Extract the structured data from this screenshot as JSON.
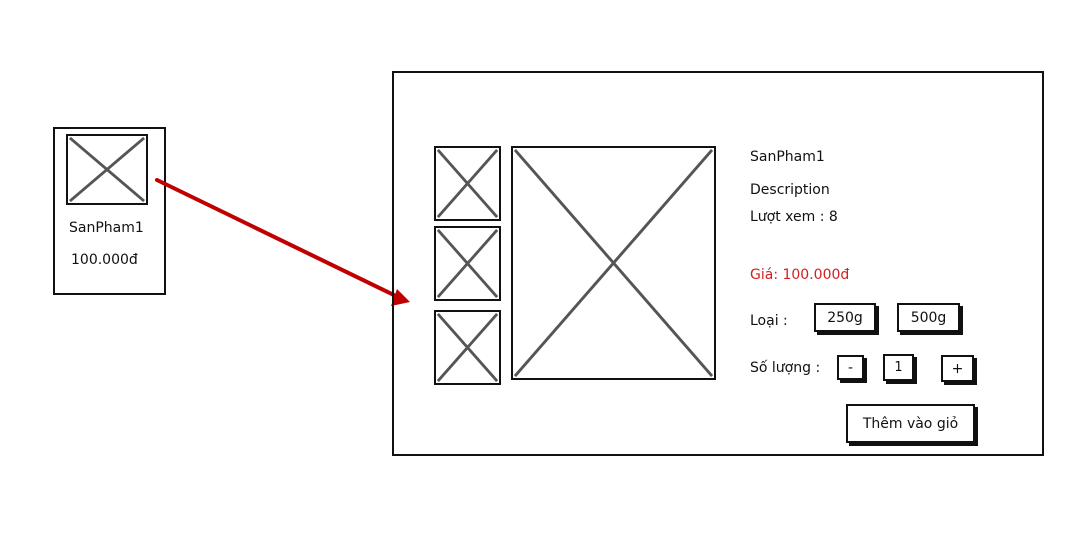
{
  "card": {
    "name": "SanPham1",
    "price": "100.000đ"
  },
  "detail": {
    "name": "SanPham1",
    "description": "Description",
    "views": "Lượt xem : 8",
    "price": "Giá: 100.000đ",
    "type_label": "Loại :",
    "type_options": [
      "250g",
      "500g"
    ],
    "qty_label": "Số lượng :",
    "qty_minus": "-",
    "qty_value": "1",
    "qty_plus": "+",
    "add_to_cart": "Thêm vào giỏ"
  },
  "colors": {
    "price": "#d32020",
    "arrow": "#c00000",
    "line": "#111111",
    "placeholder_cross": "#555555"
  },
  "icons": {
    "image_placeholder": "image-placeholder-icon",
    "arrow": "arrow-icon"
  }
}
